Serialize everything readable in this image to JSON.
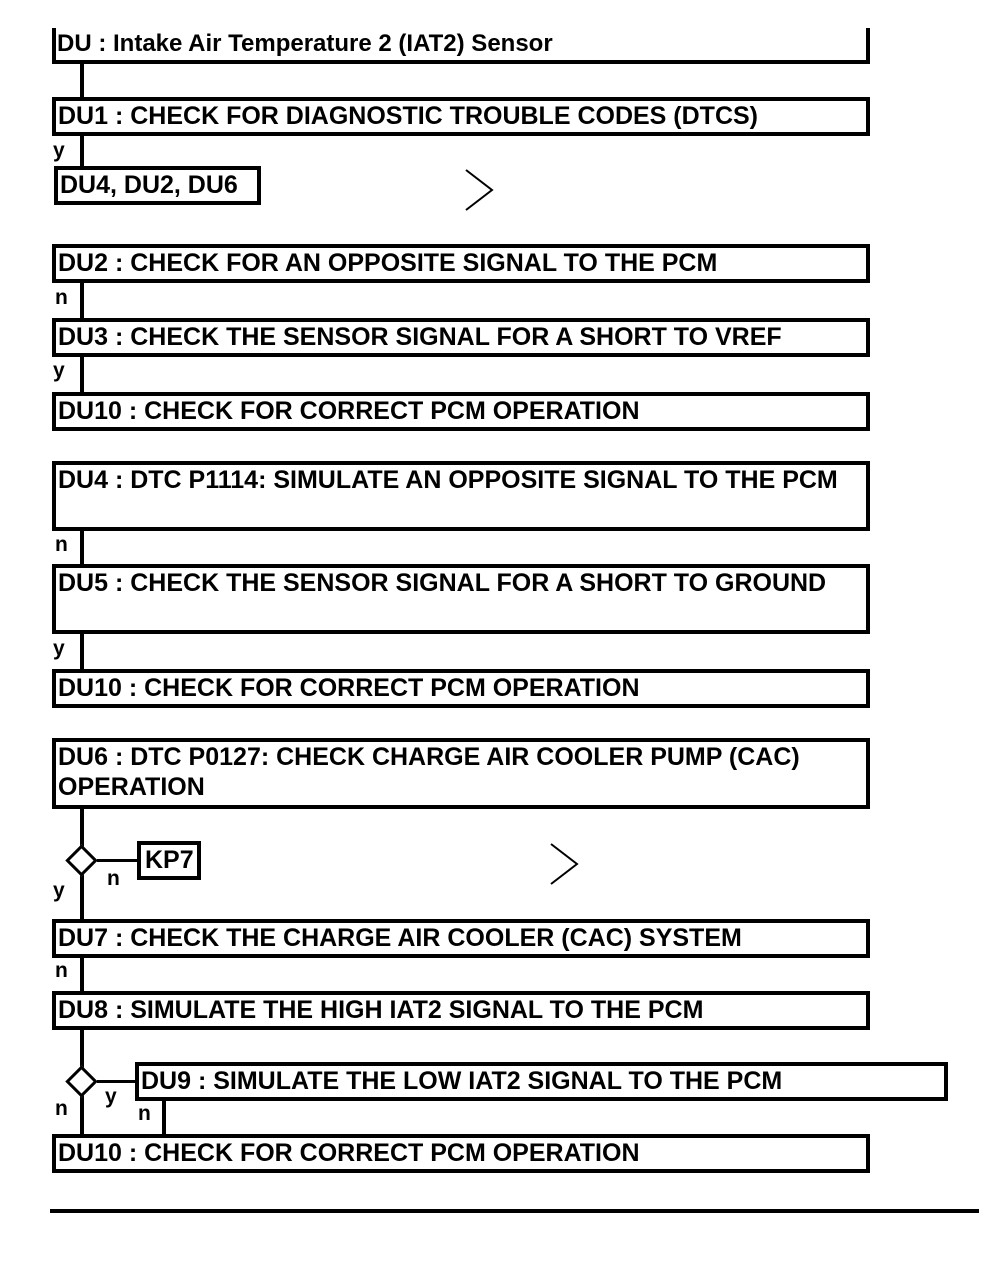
{
  "title": "DU : Intake Air Temperature 2 (IAT2) Sensor",
  "steps": {
    "du1": "DU1 : CHECK FOR DIAGNOSTIC TROUBLE CODES (DTCS)",
    "du1_links": "DU4, DU2, DU6",
    "du2": "DU2 : CHECK FOR AN OPPOSITE SIGNAL TO THE PCM",
    "du3": "DU3 : CHECK THE SENSOR SIGNAL FOR A SHORT TO VREF",
    "du10_a": "DU10 : CHECK FOR CORRECT PCM OPERATION",
    "du4": "DU4 : DTC P1114: SIMULATE AN OPPOSITE SIGNAL TO THE PCM",
    "du5": "DU5 : CHECK THE SENSOR SIGNAL FOR A SHORT TO GROUND",
    "du10_b": "DU10 : CHECK FOR CORRECT PCM OPERATION",
    "du6": "DU6 : DTC P0127: CHECK CHARGE AIR COOLER PUMP (CAC) OPERATION",
    "kp7": "KP7",
    "du7": "DU7 : CHECK THE CHARGE AIR COOLER (CAC) SYSTEM",
    "du8": "DU8 : SIMULATE THE HIGH IAT2 SIGNAL TO THE PCM",
    "du9": "DU9 : SIMULATE THE LOW IAT2 SIGNAL TO THE PCM",
    "du10_c": "DU10 : CHECK FOR CORRECT PCM OPERATION"
  },
  "labels": {
    "y1": "y",
    "n1": "n",
    "y2": "y",
    "n2": "n",
    "y3": "y",
    "y4": "y",
    "n4": "n",
    "n5": "n",
    "n6": "n",
    "y6": "y",
    "n7": "n"
  },
  "icons": {
    "chevron_1": "chevron-right-icon",
    "chevron_2": "chevron-right-icon"
  }
}
